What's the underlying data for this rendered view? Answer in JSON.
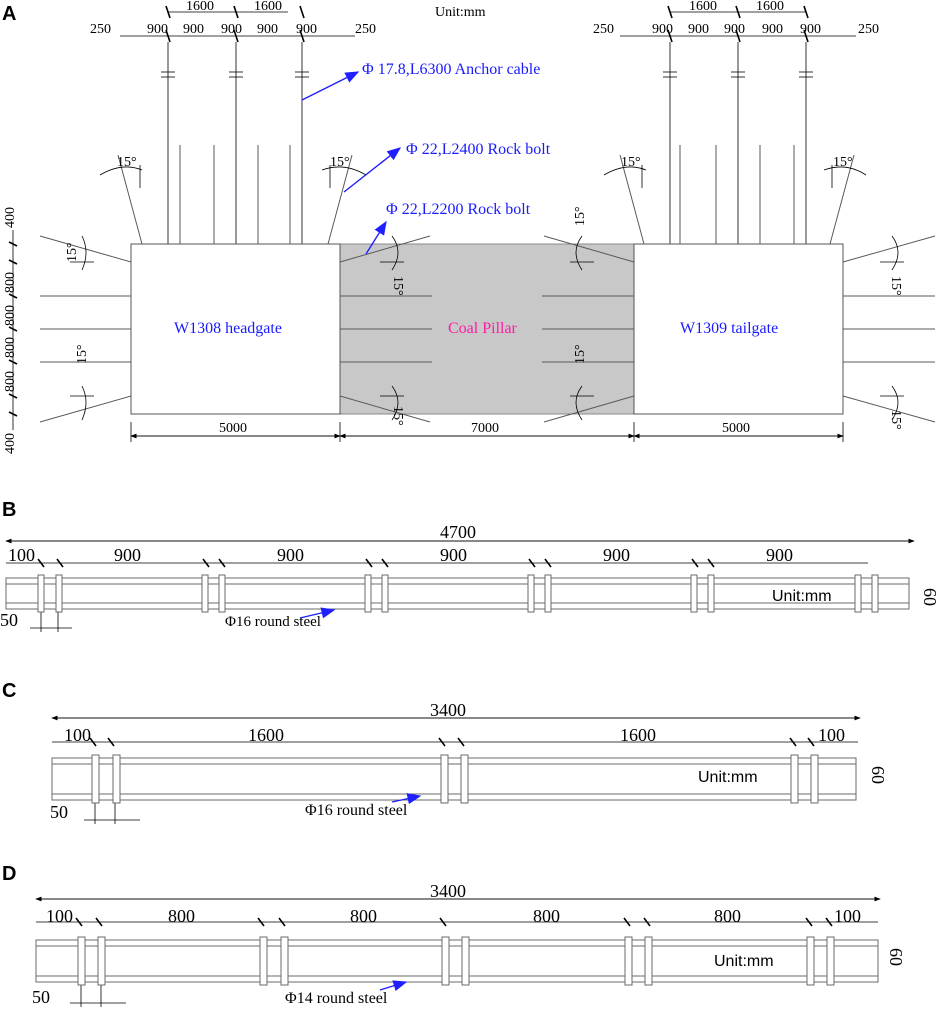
{
  "panels": {
    "a": "A",
    "b": "B",
    "c": "C",
    "d": "D"
  },
  "section_a": {
    "unit": "Unit:mm",
    "top_dims_left": [
      "250",
      "900",
      "900",
      "900",
      "900",
      "900",
      "250"
    ],
    "top_dims_right": [
      "250",
      "900",
      "900",
      "900",
      "900",
      "900",
      "250"
    ],
    "top_spans": [
      "1600",
      "1600"
    ],
    "labels": {
      "anchor_cable": "Φ 17.8,L6300 Anchor cable",
      "rock_bolt_2400": "Φ 22,L2400 Rock bolt",
      "rock_bolt_2200": "Φ 22,L2200 Rock bolt",
      "headgate": "W1308 headgate",
      "coal_pillar": "Coal Pillar",
      "tailgate": "W1309 tailgate"
    },
    "angle": "15°",
    "left_dims": [
      "400",
      "800",
      "800",
      "800",
      "800",
      "400"
    ],
    "bottom_dims": [
      "5000",
      "7000",
      "5000"
    ],
    "colors": {
      "pillar_fill": "#c8c8c8",
      "label_blue": "#1a1aff",
      "label_pink": "#ff1aa8"
    }
  },
  "section_b": {
    "total": "4700",
    "dims": [
      "100",
      "900",
      "900",
      "900",
      "900",
      "900"
    ],
    "gap": "50",
    "height": "60",
    "unit": "Unit:mm",
    "label": "Φ16 round steel"
  },
  "section_c": {
    "total": "3400",
    "dims": [
      "100",
      "1600",
      "1600",
      "100"
    ],
    "gap": "50",
    "height": "60",
    "unit": "Unit:mm",
    "label": "Φ16 round steel"
  },
  "section_d": {
    "total": "3400",
    "dims": [
      "100",
      "800",
      "800",
      "800",
      "800",
      "100"
    ],
    "gap": "50",
    "height": "60",
    "unit": "Unit:mm",
    "label": "Φ14 round steel"
  }
}
